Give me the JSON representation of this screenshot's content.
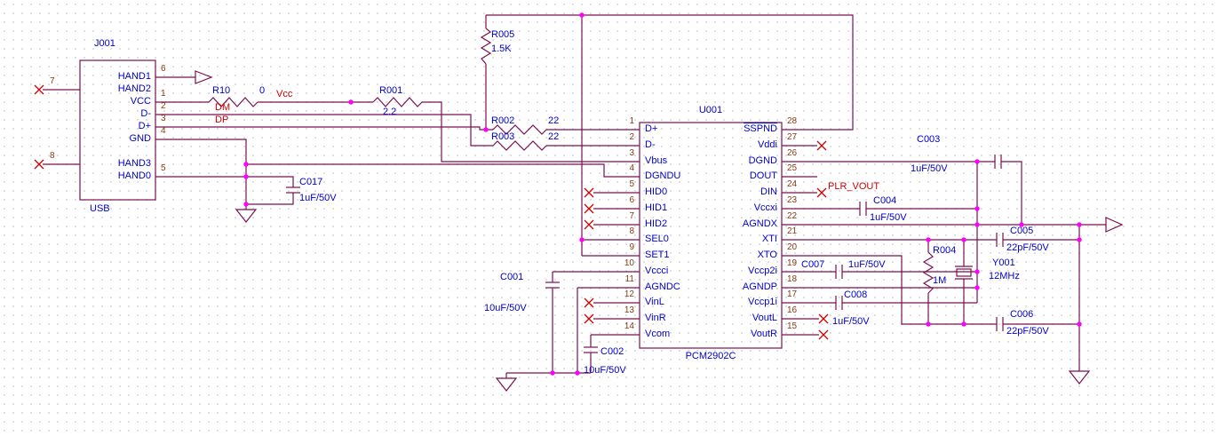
{
  "schematic": {
    "connector": {
      "refdes": "J001",
      "footer": "USB",
      "pins": [
        {
          "num": "6",
          "name": "HAND1"
        },
        {
          "num": "7",
          "name": "HAND2"
        },
        {
          "num": "1",
          "name": "VCC"
        },
        {
          "num": "2",
          "name": "D-"
        },
        {
          "num": "3",
          "name": "D+"
        },
        {
          "num": "4",
          "name": "GND"
        },
        {
          "num": "8",
          "name": "HAND3"
        },
        {
          "num": "5",
          "name": "HAND0"
        }
      ]
    },
    "ic": {
      "refdes": "U001",
      "part": "PCM2902C",
      "left_pins": [
        {
          "num": "1",
          "name": "D+"
        },
        {
          "num": "2",
          "name": "D-"
        },
        {
          "num": "3",
          "name": "Vbus"
        },
        {
          "num": "4",
          "name": "DGNDU"
        },
        {
          "num": "5",
          "name": "HID0"
        },
        {
          "num": "6",
          "name": "HID1"
        },
        {
          "num": "7",
          "name": "HID2"
        },
        {
          "num": "8",
          "name": "SEL0"
        },
        {
          "num": "9",
          "name": "SET1"
        },
        {
          "num": "10",
          "name": "Vccci"
        },
        {
          "num": "11",
          "name": "AGNDC"
        },
        {
          "num": "12",
          "name": "VinL"
        },
        {
          "num": "13",
          "name": "VinR"
        },
        {
          "num": "14",
          "name": "Vcom"
        }
      ],
      "right_pins": [
        {
          "num": "28",
          "name": "SSPND",
          "overline": true
        },
        {
          "num": "27",
          "name": "Vddi"
        },
        {
          "num": "26",
          "name": "DGND"
        },
        {
          "num": "25",
          "name": "DOUT"
        },
        {
          "num": "24",
          "name": "DIN"
        },
        {
          "num": "23",
          "name": "Vccxi"
        },
        {
          "num": "22",
          "name": "AGNDX"
        },
        {
          "num": "21",
          "name": "XTI"
        },
        {
          "num": "20",
          "name": "XTO"
        },
        {
          "num": "19",
          "name": "Vccp2i"
        },
        {
          "num": "18",
          "name": "AGNDP"
        },
        {
          "num": "17",
          "name": "Vccp1i"
        },
        {
          "num": "16",
          "name": "VoutL"
        },
        {
          "num": "15",
          "name": "VoutR"
        }
      ]
    },
    "resistors": {
      "r10": {
        "ref": "R10",
        "value": "0"
      },
      "r001": {
        "ref": "R001",
        "value": "2.2"
      },
      "r002": {
        "ref": "R002",
        "value": "22"
      },
      "r003": {
        "ref": "R003",
        "value": "22"
      },
      "r005": {
        "ref": "R005",
        "value": "1.5K"
      },
      "r004": {
        "ref": "R004",
        "value": "1M"
      }
    },
    "capacitors": {
      "c017": {
        "ref": "C017",
        "value": "1uF/50V"
      },
      "c001": {
        "ref": "C001",
        "value": "10uF/50V"
      },
      "c002": {
        "ref": "C002",
        "value": "10uF/50V"
      },
      "c003": {
        "ref": "C003",
        "value": "1uF/50V"
      },
      "c004": {
        "ref": "C004",
        "value": "1uF/50V"
      },
      "c005": {
        "ref": "C005",
        "value": "22pF/50V"
      },
      "c006": {
        "ref": "C006",
        "value": "22pF/50V"
      },
      "c007": {
        "ref": "C007",
        "value": "1uF/50V"
      },
      "c008": {
        "ref": "C008",
        "value": "1uF/50V"
      }
    },
    "crystal": {
      "ref": "Y001",
      "value": "12MHz"
    },
    "nets": {
      "vcc": "Vcc",
      "dm": "DM",
      "dp": "DP",
      "plr_vout": "PLR_VOUT"
    }
  }
}
